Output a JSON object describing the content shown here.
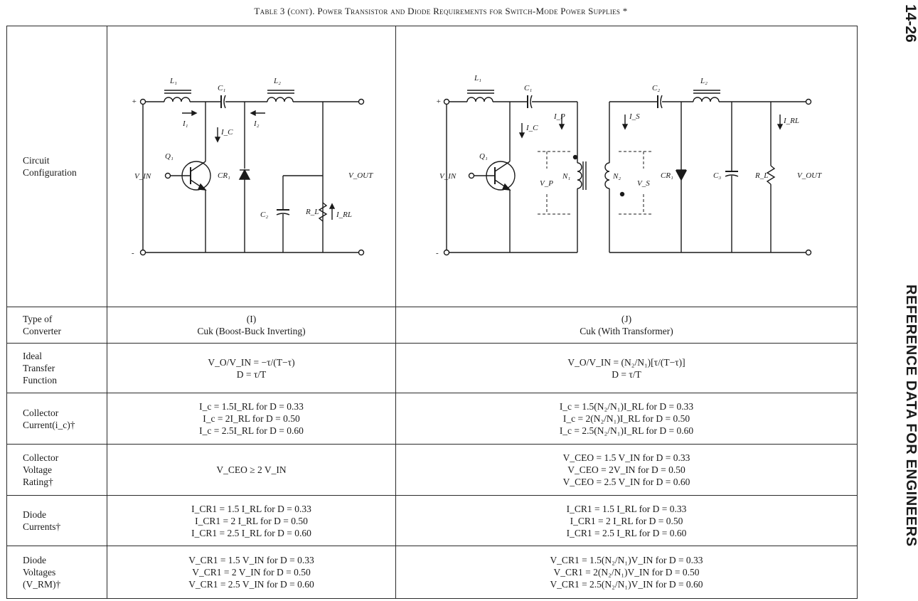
{
  "page": {
    "title": "Table 3 (cont). Power Transistor and Diode Requirements for Switch-Mode Power Supplies *",
    "page_number": "14-26",
    "section_title": "REFERENCE DATA FOR ENGINEERS"
  },
  "table": {
    "circuit_label": [
      "Circuit",
      "Configuration"
    ],
    "circuit_i": {
      "plus": "+",
      "minus": "-",
      "L1": "L₁",
      "C1": "C₁",
      "L2": "L₂",
      "I1": "I₁",
      "I2": "I₂",
      "IC": "I_C",
      "Q1": "Q₁",
      "VIN": "V_IN",
      "CR1": "CR₁",
      "C2": "C₂",
      "RL": "R_L",
      "IRL": "I_RL",
      "VOUT": "V_OUT"
    },
    "circuit_j": {
      "plus": "+",
      "minus": "-",
      "L1": "L₁",
      "C1": "C₁",
      "C2": "C₂",
      "L2": "L₂",
      "IP": "I_P",
      "IC": "I_C",
      "IS": "I_S",
      "IRL": "I_RL",
      "Q1": "Q₁",
      "VIN": "V_IN",
      "VP": "V_P",
      "N1": "N₁",
      "N2": "N₂",
      "VS": "V_S",
      "CR1": "CR₁",
      "C3": "C₃",
      "RL": "R_L",
      "VOUT": "V_OUT"
    },
    "rows": [
      {
        "label": [
          "Type of",
          "Converter"
        ],
        "col_i": [
          "(I)",
          "Cuk (Boost-Buck Inverting)"
        ],
        "col_j": [
          "(J)",
          "Cuk (With Transformer)"
        ]
      },
      {
        "label": [
          "Ideal",
          "Transfer",
          "Function"
        ],
        "col_i": [
          "V_O/V_IN = −τ/(T−τ)",
          "D = τ/T"
        ],
        "col_j": [
          "V_O/V_IN = (N₂/N₁)[τ/(T−τ)]",
          "D = τ/T"
        ]
      },
      {
        "label": [
          "Collector",
          "Current(i_c)†"
        ],
        "col_i": [
          "I_c = 1.5I_RL for D = 0.33",
          "I_c = 2I_RL for D = 0.50",
          "I_c = 2.5I_RL for D = 0.60"
        ],
        "col_j": [
          "I_c = 1.5(N₂/N₁)I_RL for D = 0.33",
          "I_c = 2(N₂/N₁)I_RL for D = 0.50",
          "I_c = 2.5(N₂/N₁)I_RL for D = 0.60"
        ]
      },
      {
        "label": [
          "Collector",
          "Voltage",
          "Rating†"
        ],
        "col_i": [
          "V_CEO ≥ 2 V_IN"
        ],
        "col_j": [
          "V_CEO = 1.5 V_IN for D = 0.33",
          "V_CEO = 2V_IN for D = 0.50",
          "V_CEO = 2.5 V_IN for D = 0.60"
        ]
      },
      {
        "label": [
          "Diode",
          "Currents†"
        ],
        "col_i": [
          "I_CR1 = 1.5 I_RL for D = 0.33",
          "I_CR1 = 2 I_RL for D = 0.50",
          "I_CR1 = 2.5 I_RL for D = 0.60"
        ],
        "col_j": [
          "I_CR1 = 1.5 I_RL for D = 0.33",
          "I_CR1 = 2 I_RL for D = 0.50",
          "I_CR1 = 2.5 I_RL for D = 0.60"
        ]
      },
      {
        "label": [
          "Diode",
          "Voltages",
          "(V_RM)†"
        ],
        "col_i": [
          "V_CR1 = 1.5 V_IN for D = 0.33",
          "V_CR1 = 2 V_IN for D = 0.50",
          "V_CR1 = 2.5 V_IN for D = 0.60"
        ],
        "col_j": [
          "V_CR1 = 1.5(N₂/N₁)V_IN for D = 0.33",
          "V_CR1 = 2(N₂/N₁)V_IN for D = 0.50",
          "V_CR1 = 2.5(N₂/N₁)V_IN for D = 0.60"
        ]
      }
    ]
  }
}
